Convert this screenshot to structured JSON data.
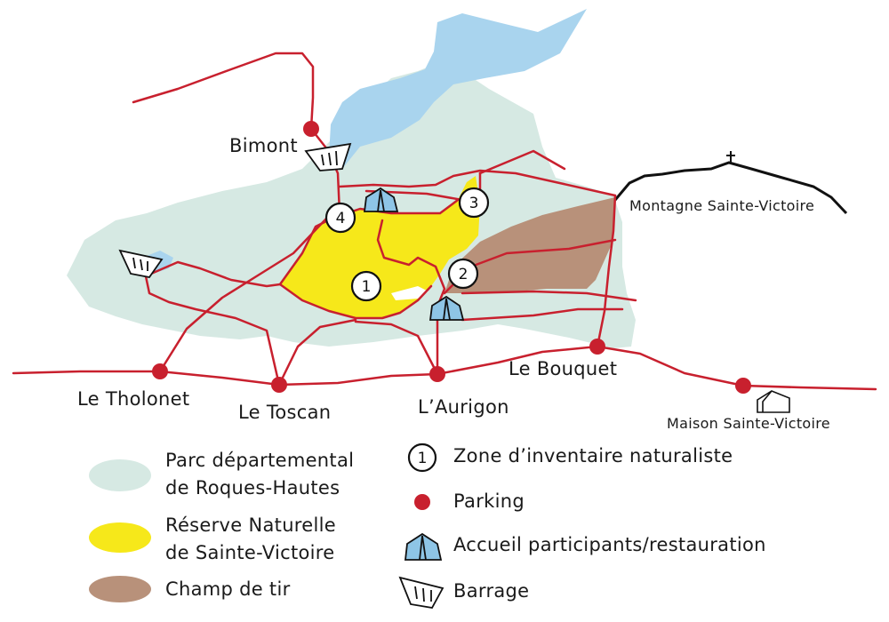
{
  "places": {
    "bimont": "Bimont",
    "montagne": "Montagne Sainte-Victoire",
    "tholonet": "Le Tholonet",
    "toscan": "Le Toscan",
    "aurigon": "L’Aurigon",
    "bouquet": "Le Bouquet",
    "maison": "Maison Sainte-Victoire"
  },
  "zones": [
    "1",
    "2",
    "3",
    "4"
  ],
  "legend": {
    "parc_line1": "Parc départemental",
    "parc_line2": "de Roques-Hautes",
    "reserve_line1": "Réserve Naturelle",
    "reserve_line2": "de Sainte-Victoire",
    "champ": "Champ de tir",
    "zone_number": "1",
    "zone": "Zone d’inventaire naturaliste",
    "parking": "Parking",
    "accueil": "Accueil participants/restauration",
    "barrage": "Barrage"
  },
  "colors": {
    "parc": "#d6e9e3",
    "lake": "#a9d4ee",
    "reserve": "#f6e81a",
    "champ": "#b8917a",
    "road": "#c8202e",
    "parking": "#c8202e",
    "tent": "#8ec5e6",
    "mountain": "#111111"
  }
}
